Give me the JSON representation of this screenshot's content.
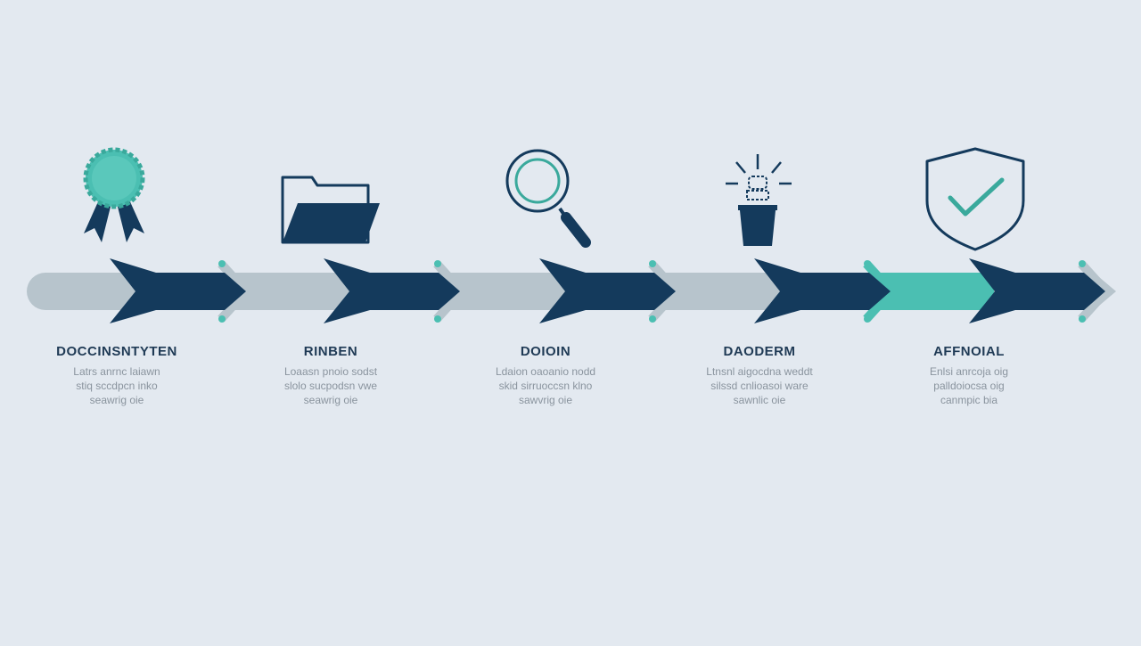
{
  "colors": {
    "background": "#e3e9f0",
    "navy": "#143a5c",
    "teal": "#4bbfb2",
    "track": "#b7c4cc",
    "title_text": "#1f3a55",
    "desc_text": "#8a949e"
  },
  "steps": [
    {
      "icon": "award-ribbon-icon",
      "title": "DOCCINSNTYTEN",
      "desc": [
        "Latrs anrnc laiawn",
        "stiq sccdpcn inko",
        "seawrig oie"
      ]
    },
    {
      "icon": "folder-icon",
      "title": "RINBEN",
      "desc": [
        "Loaasn pnoio sodst",
        "slolo sucpodsn vwe",
        "seawrig oie"
      ]
    },
    {
      "icon": "magnifying-glass-icon",
      "title": "DOIOIN",
      "desc": [
        "Ldaion oaoanio nodd",
        "skid sirruoccsn klno",
        "sawvrig oie"
      ]
    },
    {
      "icon": "lightbulb-cup-icon",
      "title": "DAODERM",
      "desc": [
        "Ltnsnl aigocdna weddt",
        "silssd cnlioasoi ware",
        "sawnlic oie"
      ]
    },
    {
      "icon": "shield-check-icon",
      "title": "AFFNOIAL",
      "desc": [
        "Enlsi anrcoja oig",
        "palldoiocsa oig",
        "canmpic bia"
      ]
    }
  ]
}
